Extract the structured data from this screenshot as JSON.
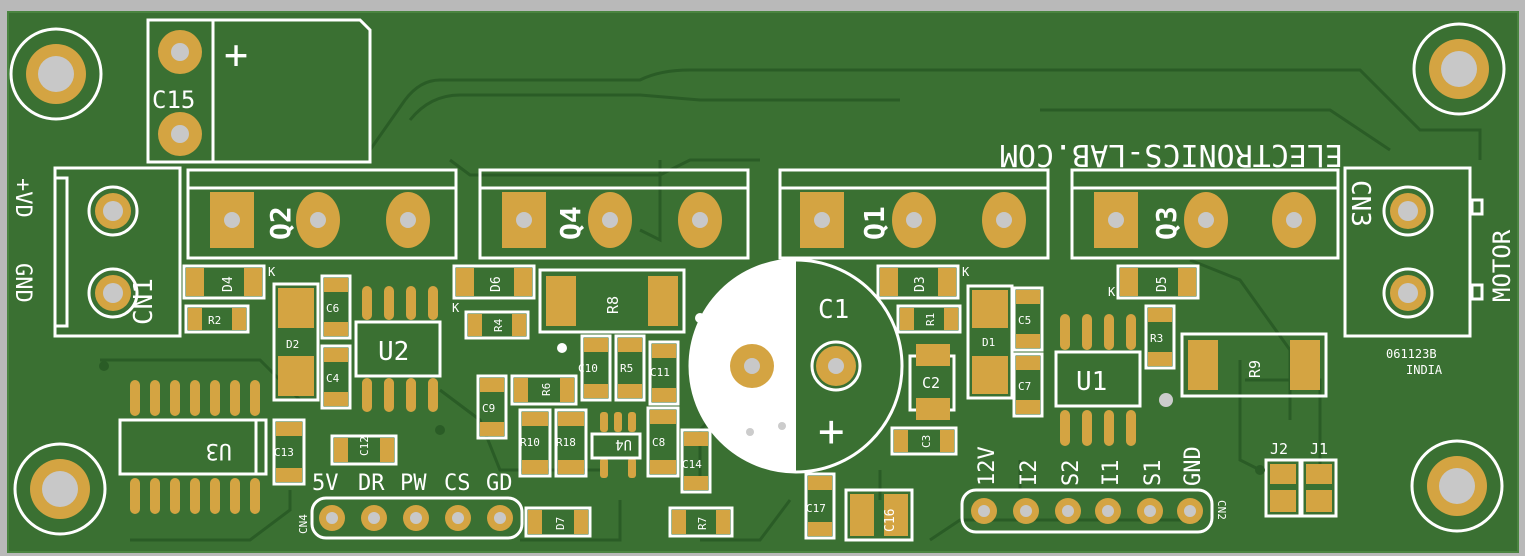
{
  "board": {
    "colors": {
      "background": "#b9b9b9",
      "board": "#3a7032",
      "trace": "#2a5c26",
      "copper": "#d4a442",
      "silk": "#ffffff",
      "hole": "#c8c8c8"
    },
    "logo_text": "ELECTRONICS-LAB.COM",
    "code_text": "061123B",
    "origin_text": "INDIA"
  },
  "labels": {
    "power_plus": "+VD",
    "power_gnd": "GND",
    "motor": "MOTOR",
    "cn1": "CN1",
    "cn2": "CN2",
    "cn3": "CN3",
    "cn4": "CN4",
    "plus_sign": "+",
    "c1_plus": "+"
  },
  "components": {
    "mosfets": [
      "Q2",
      "Q4",
      "Q1",
      "Q3"
    ],
    "ics": [
      "U2",
      "U1",
      "U3",
      "U4"
    ],
    "diodes": [
      "D4",
      "D6",
      "D3",
      "D5",
      "D2",
      "D1",
      "D7"
    ],
    "resistors": [
      "R2",
      "R4",
      "R8",
      "R1",
      "R3",
      "R9",
      "R6",
      "R5",
      "R10",
      "R18",
      "R7"
    ],
    "caps": [
      "C15",
      "C1",
      "C6",
      "C4",
      "C5",
      "C7",
      "C2",
      "C3",
      "C10",
      "C11",
      "C9",
      "C8",
      "C14",
      "C13",
      "C12",
      "C17",
      "C16"
    ],
    "jumpers": [
      "J2",
      "J1"
    ],
    "k_mark": "K"
  },
  "headers": {
    "cn4": [
      "5V",
      "DR",
      "PW",
      "CS",
      "GD"
    ],
    "cn2": [
      "12V",
      "I2",
      "S2",
      "I1",
      "S1",
      "GND"
    ]
  }
}
